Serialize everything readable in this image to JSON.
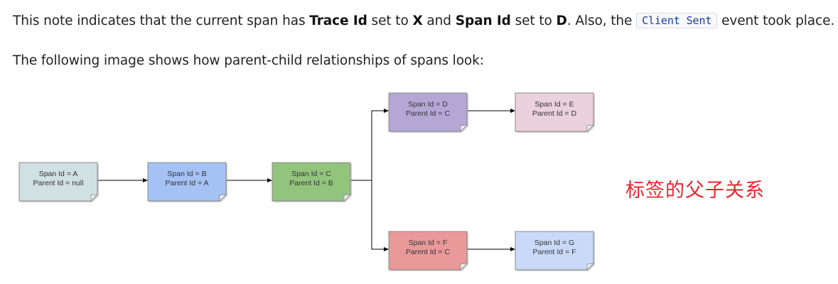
{
  "paragraph1": {
    "t1": "This note indicates that the current span has ",
    "b1": "Trace Id",
    "t2": " set to ",
    "b2": "X",
    "t3": " and ",
    "b3": "Span Id",
    "t4": " set to ",
    "b4": "D",
    "t5": ". Also, the ",
    "code": "Client Sent",
    "t6": " event took place."
  },
  "paragraph2": "The following image shows how parent-child relationships of spans look:",
  "annotation": "标签的父子关系",
  "colors": {
    "span_a": "#d0e0e3",
    "span_b": "#a4c2f4",
    "span_c": "#93c47d",
    "span_d": "#b4a7d6",
    "span_e": "#ead1dc",
    "span_f": "#ea9999",
    "span_g": "#c9daf8",
    "annotation": "#e8252e"
  },
  "nodes": [
    {
      "id": "A",
      "line1": "Span Id = A",
      "line2": "Parent Id = null"
    },
    {
      "id": "B",
      "line1": "Span Id = B",
      "line2": "Parent Id = A"
    },
    {
      "id": "C",
      "line1": "Span Id = C",
      "line2": "Parent Id = B"
    },
    {
      "id": "D",
      "line1": "Span Id = D",
      "line2": "Parent Id = C"
    },
    {
      "id": "E",
      "line1": "Span Id = E",
      "line2": "Parent Id = D"
    },
    {
      "id": "F",
      "line1": "Span Id = F",
      "line2": "Parent Id = C"
    },
    {
      "id": "G",
      "line1": "Span Id = G",
      "line2": "Parent Id = F"
    }
  ],
  "edges": [
    {
      "from": "A",
      "to": "B"
    },
    {
      "from": "B",
      "to": "C"
    },
    {
      "from": "C",
      "to": "D"
    },
    {
      "from": "C",
      "to": "F"
    },
    {
      "from": "D",
      "to": "E"
    },
    {
      "from": "F",
      "to": "G"
    }
  ]
}
